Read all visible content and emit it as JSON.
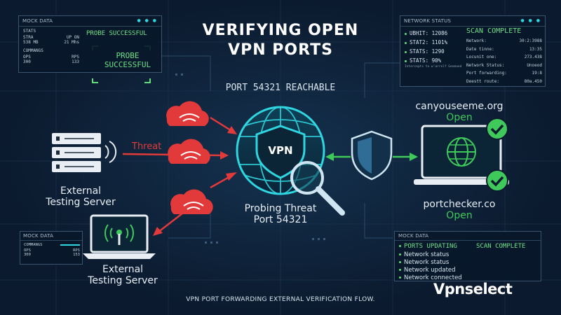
{
  "title": {
    "line1": "VERIFYING OPEN",
    "line2": "VPN PORTS"
  },
  "subtitle_reachable": "PORT 54321 REACHABLE",
  "caption": "VPN PORT FORWARDING EXTERNAL VERIFICATION FLOW.",
  "brand": "Vpnselect",
  "threat_label": "Threat",
  "vpn_label": "VPN",
  "probe_label": {
    "line1": "Probing Threat",
    "line2": "Port 54321"
  },
  "server_top": {
    "line1": "External",
    "line2": "Testing Server"
  },
  "server_bottom": {
    "line1": "External",
    "line2": "Testing Server"
  },
  "site1": {
    "name": "canyouseeme.org",
    "status": "Open"
  },
  "site2": {
    "name": "portchecker.co",
    "status": "Open"
  },
  "mock_top": {
    "title": "MOCK DATA",
    "stats_label": "STATS",
    "c1": {
      "k": "STRA",
      "v": "538 MB"
    },
    "c2": {
      "k": "UP ON",
      "v": "21 Mhs"
    },
    "commands": "COMMANGS",
    "c3": {
      "k": "OPS",
      "v": "300"
    },
    "c4": {
      "k": "RPS",
      "v": "133"
    }
  },
  "probe_box": {
    "header": "PROBE SUCCESSFUL",
    "line1": "PROBE",
    "line2": "SUCCESSFUL"
  },
  "network_status": {
    "title": "NETWORK STATUS",
    "left": [
      "UBHIT: 12086",
      "STAT2: 1101%",
      "STATS: 1290",
      "STATS: 90%"
    ],
    "note": "Intercepts to w'arrelf Genmaed",
    "scan": "SCAN COMPLETE",
    "rows": [
      {
        "k": "Network:",
        "v": "30:2:3988"
      },
      {
        "k": "Date tinne:",
        "v": "13:35"
      },
      {
        "k": "Locunit one:",
        "v": "273.438"
      },
      {
        "k": "Network Status:",
        "v": "Unoeod"
      },
      {
        "k": "Port forwarding:",
        "v": "19:8"
      },
      {
        "k": "Deestt route:",
        "v": "80a.450"
      }
    ]
  },
  "mock_bottom_left": {
    "title": "MOCK DATA",
    "commands": "COMMANGS",
    "c1": {
      "k": "OPS",
      "v": "300"
    },
    "c2": {
      "k": "RPS",
      "v": "153"
    }
  },
  "mock_bottom_right": {
    "title": "MOCK DATA",
    "updating": "PORTS UPDATING",
    "scan": "SCAN COMPLETE",
    "items": [
      "Network status",
      "Network status",
      "Network updated",
      "Network connected"
    ]
  },
  "colors": {
    "accent": "#2fd6e0",
    "threat": "#e23a3a",
    "ok": "#3ec95a",
    "bg": "#0b1a2e"
  },
  "icons": [
    "server-icon",
    "cloud-threat-icon",
    "globe-vpn-icon",
    "magnifier-icon",
    "shield-icon",
    "laptop-globe-icon",
    "check-icon",
    "laptop-antenna-icon"
  ]
}
